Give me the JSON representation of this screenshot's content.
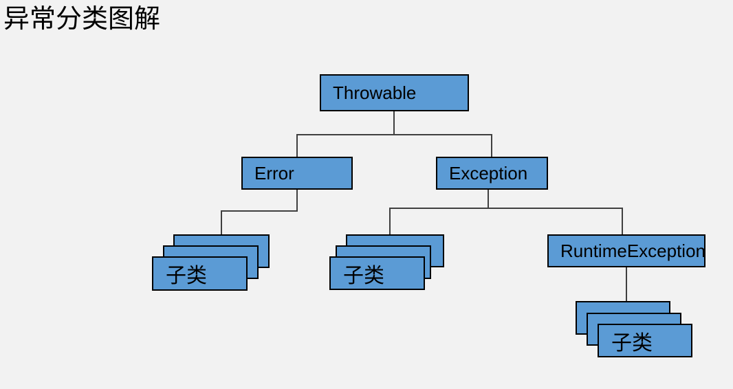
{
  "page": {
    "title": "异常分类图解"
  },
  "colors": {
    "background": "#f2f2f2",
    "node_fill": "#5b9bd5",
    "node_border": "#000000",
    "connector": "#3f3f3f",
    "text": "#000000"
  },
  "diagram": {
    "nodes": {
      "throwable": {
        "label": "Throwable"
      },
      "error": {
        "label": "Error"
      },
      "exception": {
        "label": "Exception"
      },
      "runtime_exception": {
        "label": "RuntimeException"
      },
      "error_subclass": {
        "label": "子类"
      },
      "exception_subclass": {
        "label": "子类"
      },
      "runtime_subclass": {
        "label": "子类"
      }
    },
    "hierarchy": [
      {
        "parent": "Throwable",
        "children": [
          "Error",
          "Exception"
        ]
      },
      {
        "parent": "Error",
        "children": [
          "子类"
        ]
      },
      {
        "parent": "Exception",
        "children": [
          "子类",
          "RuntimeException"
        ]
      },
      {
        "parent": "RuntimeException",
        "children": [
          "子类"
        ]
      }
    ]
  }
}
